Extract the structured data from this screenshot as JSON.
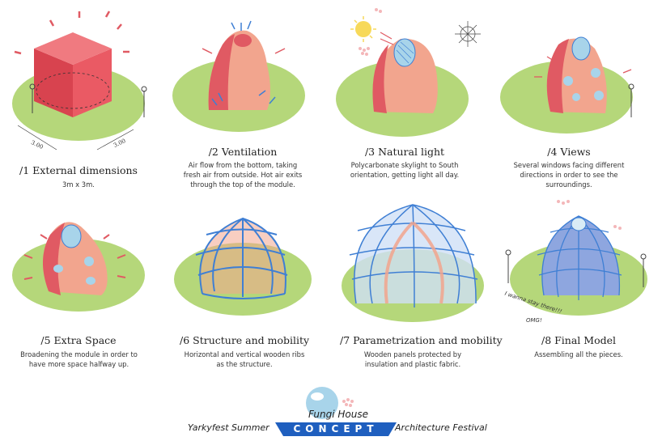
{
  "panels": [
    {
      "title": "/1 External dimensions",
      "desc": "3m x 3m."
    },
    {
      "title": "/2 Ventilation",
      "desc": "Air flow from the bottom, taking fresh air from outside. Hot air exits through the top of the module."
    },
    {
      "title": "/3 Natural light",
      "desc": "Polycarbonate skylight to South orientation, getting light all day."
    },
    {
      "title": "/4 Views",
      "desc": "Several windows facing different directions in order to see the surroundings."
    },
    {
      "title": "/5 Extra Space",
      "desc": "Broadening the module in order to have more space halfway up."
    },
    {
      "title": "/6 Structure and mobility",
      "desc": "Horizontal and vertical wooden ribs as the structure."
    },
    {
      "title": "/7 Parametrization and mobility",
      "desc": "Wooden panels protected by insulation and plastic fabric."
    },
    {
      "title": "/8 Final Model",
      "desc": "Assembling all the pieces."
    }
  ],
  "dimensions": {
    "left": "3.00",
    "right": "3.00"
  },
  "notes": {
    "speech": "I wanna stay there!!!",
    "exclaim": "OMG!"
  },
  "footer": {
    "logo_top": "Fungi House",
    "logo_banner": "CONCEPT",
    "left": "Yarkyfest Summer",
    "right": "Architecture Festival"
  },
  "colors": {
    "grass": "#b5d77a",
    "pod": "#f2a58e",
    "pod_dark": "#e05a63",
    "cube": "#ea5a64",
    "structure": "#3f7fd4",
    "banner": "#1f5fbf",
    "skylight": "#a8d4ea"
  }
}
